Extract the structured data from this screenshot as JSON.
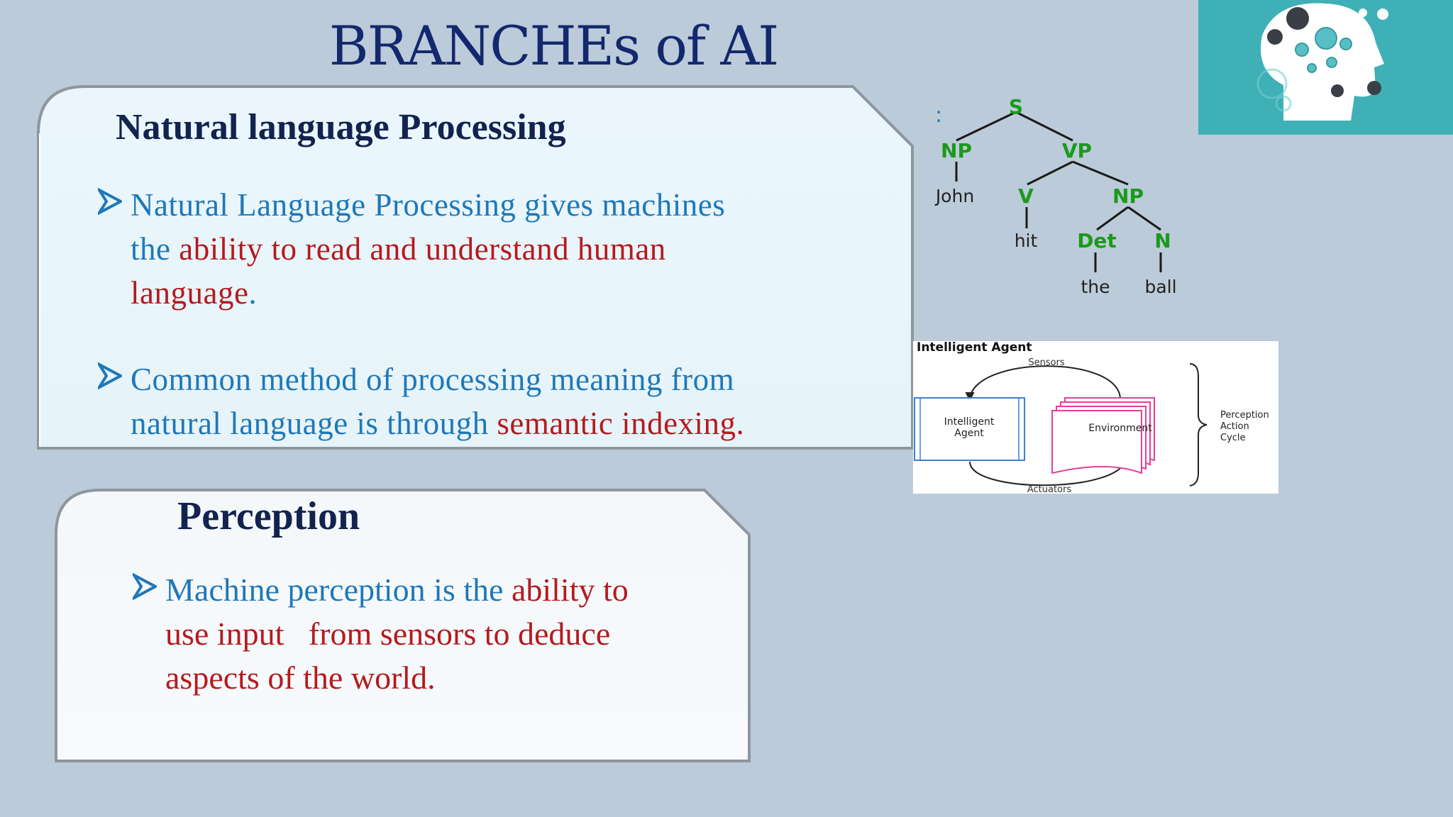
{
  "slide": {
    "title": "BRANCHEs of AI"
  },
  "nlp": {
    "heading": "Natural language Processing",
    "bullets": [
      {
        "parts": [
          "Natural Language Processing gives machines",
          "the ",
          "ability to read and understand human",
          "language",
          "."
        ]
      },
      {
        "parts": [
          "Common method of processing meaning from",
          "natural language is through ",
          "semantic indexing",
          "."
        ]
      }
    ]
  },
  "perception": {
    "heading": "Perception",
    "bullets": [
      {
        "parts": [
          "Machine perception is the ",
          "ability to",
          "use input   from sensors to deduce",
          "aspects of the world."
        ]
      }
    ]
  },
  "parse_tree": {
    "colon": ":",
    "nodes": {
      "s": "S",
      "np1": "NP",
      "vp": "VP",
      "john": "John",
      "v": "V",
      "np2": "NP",
      "hit": "hit",
      "det": "Det",
      "n": "N",
      "the": "the",
      "ball": "ball"
    }
  },
  "agent_diagram": {
    "title": "Intelligent Agent",
    "sensors": "Sensors",
    "actuators": "Actuators",
    "agent_line1": "Intelligent",
    "agent_line2": "Agent",
    "environment": "Environment",
    "cycle_line1": "Perception",
    "cycle_line2": "Action",
    "cycle_line3": "Cycle"
  },
  "colors": {
    "background": "#bccbd9",
    "title": "#14286e",
    "accent_blue": "#1f78b8",
    "accent_red": "#b51a1e",
    "tree_green": "#1a9a1a"
  }
}
